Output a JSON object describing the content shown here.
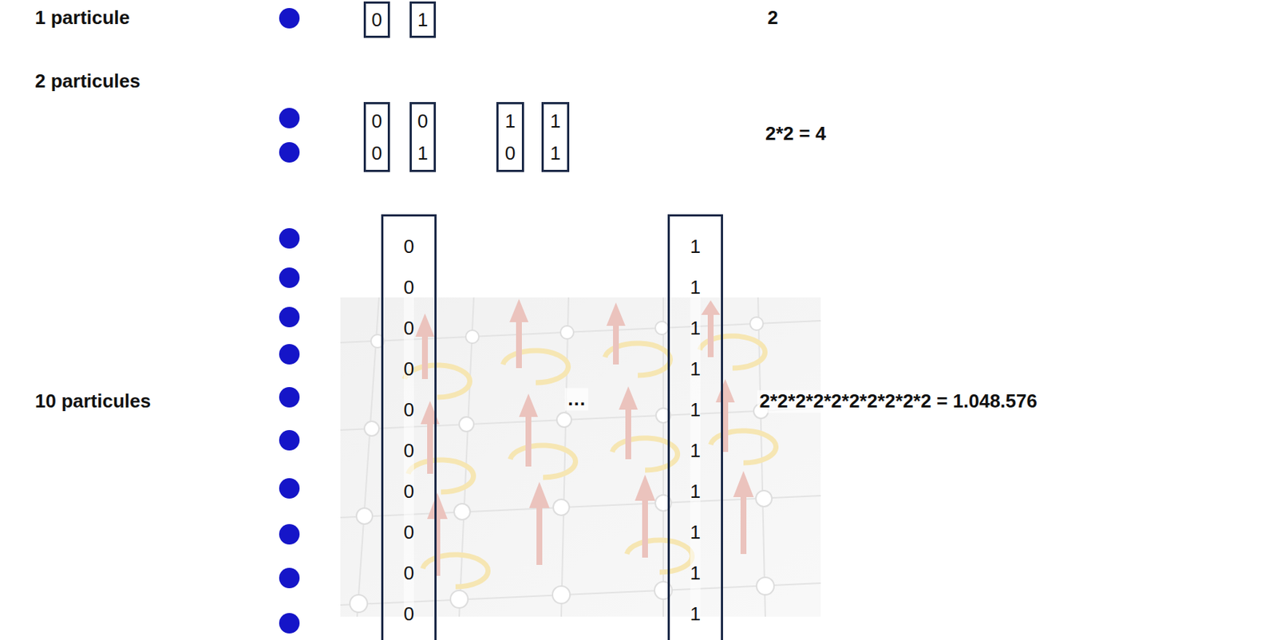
{
  "diagram": {
    "nodes": [
      {
        "text": [
          "0"
        ]
      },
      {
        "text": [
          "1"
        ]
      },
      {
        "text": [
          "0 0"
        ]
      },
      {
        "text": [
          "0 1"
        ]
      },
      {
        "text": [
          "1 0"
        ]
      },
      {
        "text": [
          "1 1"
        ]
      },
      {
        "text": [
          "0 0 0 0 0 0 0 0 0 0"
        ]
      },
      {
        "text": [
          "1 1 1 1 1 1 1 1 1 1"
        ]
      }
    ],
    "labels": [
      "1 particule",
      "2",
      "2 particules",
      "2*2 = 4",
      "10 particules",
      "…",
      "2*2*2*2*2*2*2*2*2*2 = 1.048.576"
    ]
  }
}
